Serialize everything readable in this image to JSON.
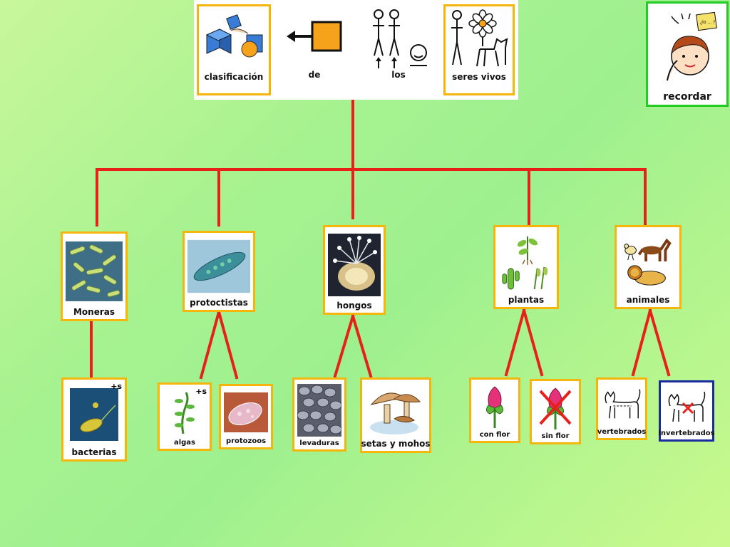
{
  "header": {
    "words": [
      "clasificación",
      "de",
      "los",
      "seres vivos"
    ]
  },
  "recordar": {
    "label": "recordar",
    "note": "¿lo ... ?"
  },
  "kingdoms": [
    "Moneras",
    "protoctistas",
    "hongos",
    "plantas",
    "animales"
  ],
  "subgroups": {
    "moneras": [
      "bacterias"
    ],
    "protoctistas": [
      "algas",
      "protozoos"
    ],
    "hongos": [
      "levaduras",
      "setas y mohos"
    ],
    "plantas": [
      "con flor",
      "sin flor"
    ],
    "animales": [
      "vertebrados",
      "invertebrados"
    ]
  },
  "plural_mark": "+s",
  "colors": {
    "line": "#e8201a",
    "card_border": "#f5b50a",
    "accent_blue": "#1a2aa0",
    "accent_green": "#22cc22"
  }
}
